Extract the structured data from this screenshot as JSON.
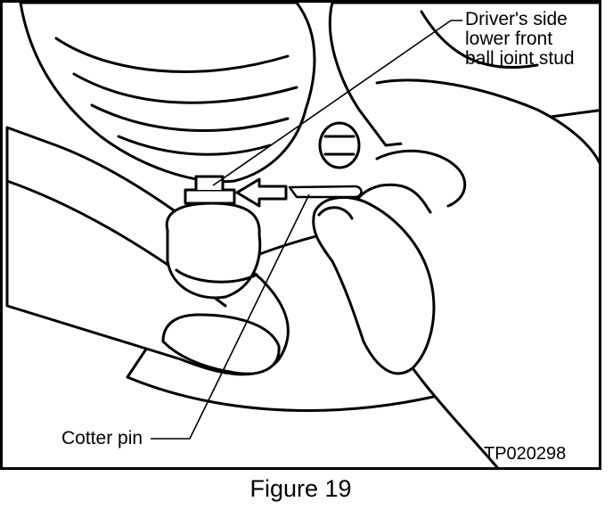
{
  "callouts": {
    "driver_line1": "Driver's side",
    "driver_line2": "lower front",
    "driver_line3": "ball joint stud",
    "cotter_pin": "Cotter pin"
  },
  "figure_code": "TP020298",
  "caption": "Figure 19",
  "colors": {
    "ink": "#000000",
    "paper": "#ffffff"
  }
}
